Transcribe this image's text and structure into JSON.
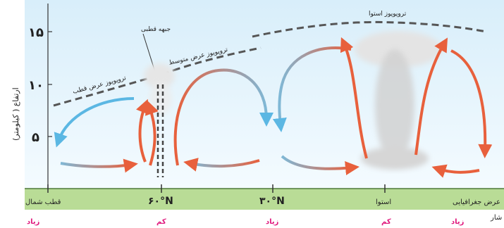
{
  "diagram": {
    "y_axis": {
      "label": "(ارتفاع ( کیلومتر",
      "ticks": [
        "۱۵",
        "۱۰",
        "۵"
      ]
    },
    "x_axis": {
      "title": "عرض جغرافیایی",
      "ticks": [
        "قطب شمال",
        "۶۰°N",
        "۳۰°N",
        "استوا"
      ],
      "edge_label": "شار"
    },
    "labels": {
      "polar_tropopause": "تروپوپوز عرض قطب",
      "mid_lat_tropopause": "تروپوپوز عرض متوسط",
      "equator_tropopause": "تروپوپوز استوا",
      "polar_front": "جبهه قطبی"
    },
    "pressure_row": [
      "زیاد",
      "کم",
      "زیاد",
      "کم",
      "زیاد"
    ],
    "colors": {
      "sky_top": "#d8eefa",
      "sky_bottom": "#f4fbff",
      "ground": "#b9dc96",
      "cold_arrow": "#5bb7e3",
      "warm_arrow": "#e8603c",
      "pressure_text": "#e0197d"
    }
  }
}
